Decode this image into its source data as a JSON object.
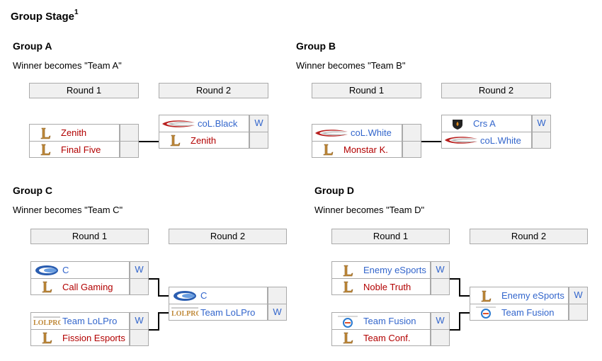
{
  "title": "Group Stage",
  "title_sup": "1",
  "colors": {
    "winner_text": "#3366cc",
    "loser_text": "#b20000",
    "header_bg": "#f0f0f0",
    "border": "#aaaaaa"
  },
  "groups": [
    {
      "title": "Group A",
      "desc": "Winner becomes \"Team A\"",
      "rounds": [
        "Round 1",
        "Round 2"
      ],
      "r1": [
        [
          {
            "logo": "lol-logo-icon",
            "name": "Zenith",
            "status": "lose",
            "score": ""
          },
          {
            "logo": "lol-logo-icon",
            "name": "Final Five",
            "status": "lose",
            "score": ""
          }
        ]
      ],
      "r2": [
        {
          "logo": "col-logo-icon",
          "name": "coL.Black",
          "status": "win",
          "score": "W"
        },
        {
          "logo": "lol-logo-icon",
          "name": "Zenith",
          "status": "lose",
          "score": ""
        }
      ]
    },
    {
      "title": "Group B",
      "desc": "Winner becomes \"Team B\"",
      "rounds": [
        "Round 1",
        "Round 2"
      ],
      "r1": [
        [
          {
            "logo": "col-logo-icon",
            "name": "coL.White",
            "status": "win",
            "score": ""
          },
          {
            "logo": "lol-logo-icon",
            "name": "Monstar K.",
            "status": "lose",
            "score": ""
          }
        ]
      ],
      "r2": [
        {
          "logo": "crs-logo-icon",
          "name": "Crs A",
          "status": "win",
          "score": "W"
        },
        {
          "logo": "col-logo-icon",
          "name": "coL.White",
          "status": "win",
          "score": ""
        }
      ]
    },
    {
      "title": "Group C",
      "desc": "Winner becomes \"Team C\"",
      "rounds": [
        "Round 1",
        "Round 2"
      ],
      "r1": [
        [
          {
            "logo": "c-logo-icon",
            "name": "C",
            "status": "win",
            "score": "W"
          },
          {
            "logo": "lol-logo-icon",
            "name": "Call Gaming",
            "status": "lose",
            "score": ""
          }
        ],
        [
          {
            "logo": "lolpro-logo-icon",
            "name": "Team LoLPro",
            "status": "win",
            "score": "W"
          },
          {
            "logo": "lol-logo-icon",
            "name": "Fission Esports",
            "status": "lose",
            "score": ""
          }
        ]
      ],
      "r2": [
        {
          "logo": "c-logo-icon",
          "name": "C",
          "status": "win",
          "score": ""
        },
        {
          "logo": "lolpro-logo-icon",
          "name": "Team LoLPro",
          "status": "win",
          "score": "W"
        }
      ]
    },
    {
      "title": "Group D",
      "desc": "Winner becomes \"Team D\"",
      "rounds": [
        "Round 1",
        "Round 2"
      ],
      "r1": [
        [
          {
            "logo": "lol-logo-icon",
            "name": "Enemy eSports",
            "status": "win",
            "score": "W"
          },
          {
            "logo": "lol-logo-icon",
            "name": "Noble Truth",
            "status": "lose",
            "score": ""
          }
        ],
        [
          {
            "logo": "fusion-logo-icon",
            "name": "Team Fusion",
            "status": "win",
            "score": "W"
          },
          {
            "logo": "lol-logo-icon",
            "name": "Team Conf.",
            "status": "lose",
            "score": ""
          }
        ]
      ],
      "r2": [
        {
          "logo": "lol-logo-icon",
          "name": "Enemy eSports",
          "status": "win",
          "score": "W"
        },
        {
          "logo": "fusion-logo-icon",
          "name": "Team Fusion",
          "status": "win",
          "score": ""
        }
      ]
    }
  ]
}
